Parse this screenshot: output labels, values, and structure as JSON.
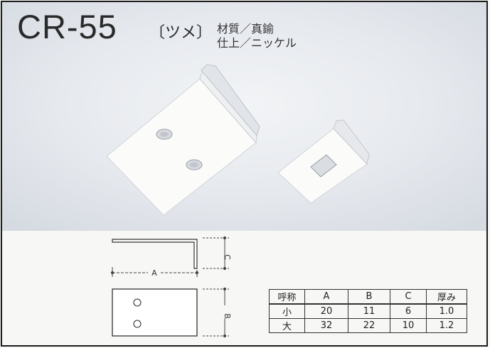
{
  "product": {
    "code": "CR-55",
    "name": "〔ツメ〕",
    "material": "材質／真鍮",
    "finish": "仕上／ニッケル"
  },
  "dimension_labels": {
    "a": "A",
    "b": "B",
    "c": "C"
  },
  "size_table": {
    "headers": [
      "呼称",
      "A",
      "B",
      "C",
      "厚み"
    ],
    "rows": [
      [
        "小",
        "20",
        "11",
        "6",
        "1.0"
      ],
      [
        "大",
        "32",
        "22",
        "10",
        "1.2"
      ]
    ]
  }
}
